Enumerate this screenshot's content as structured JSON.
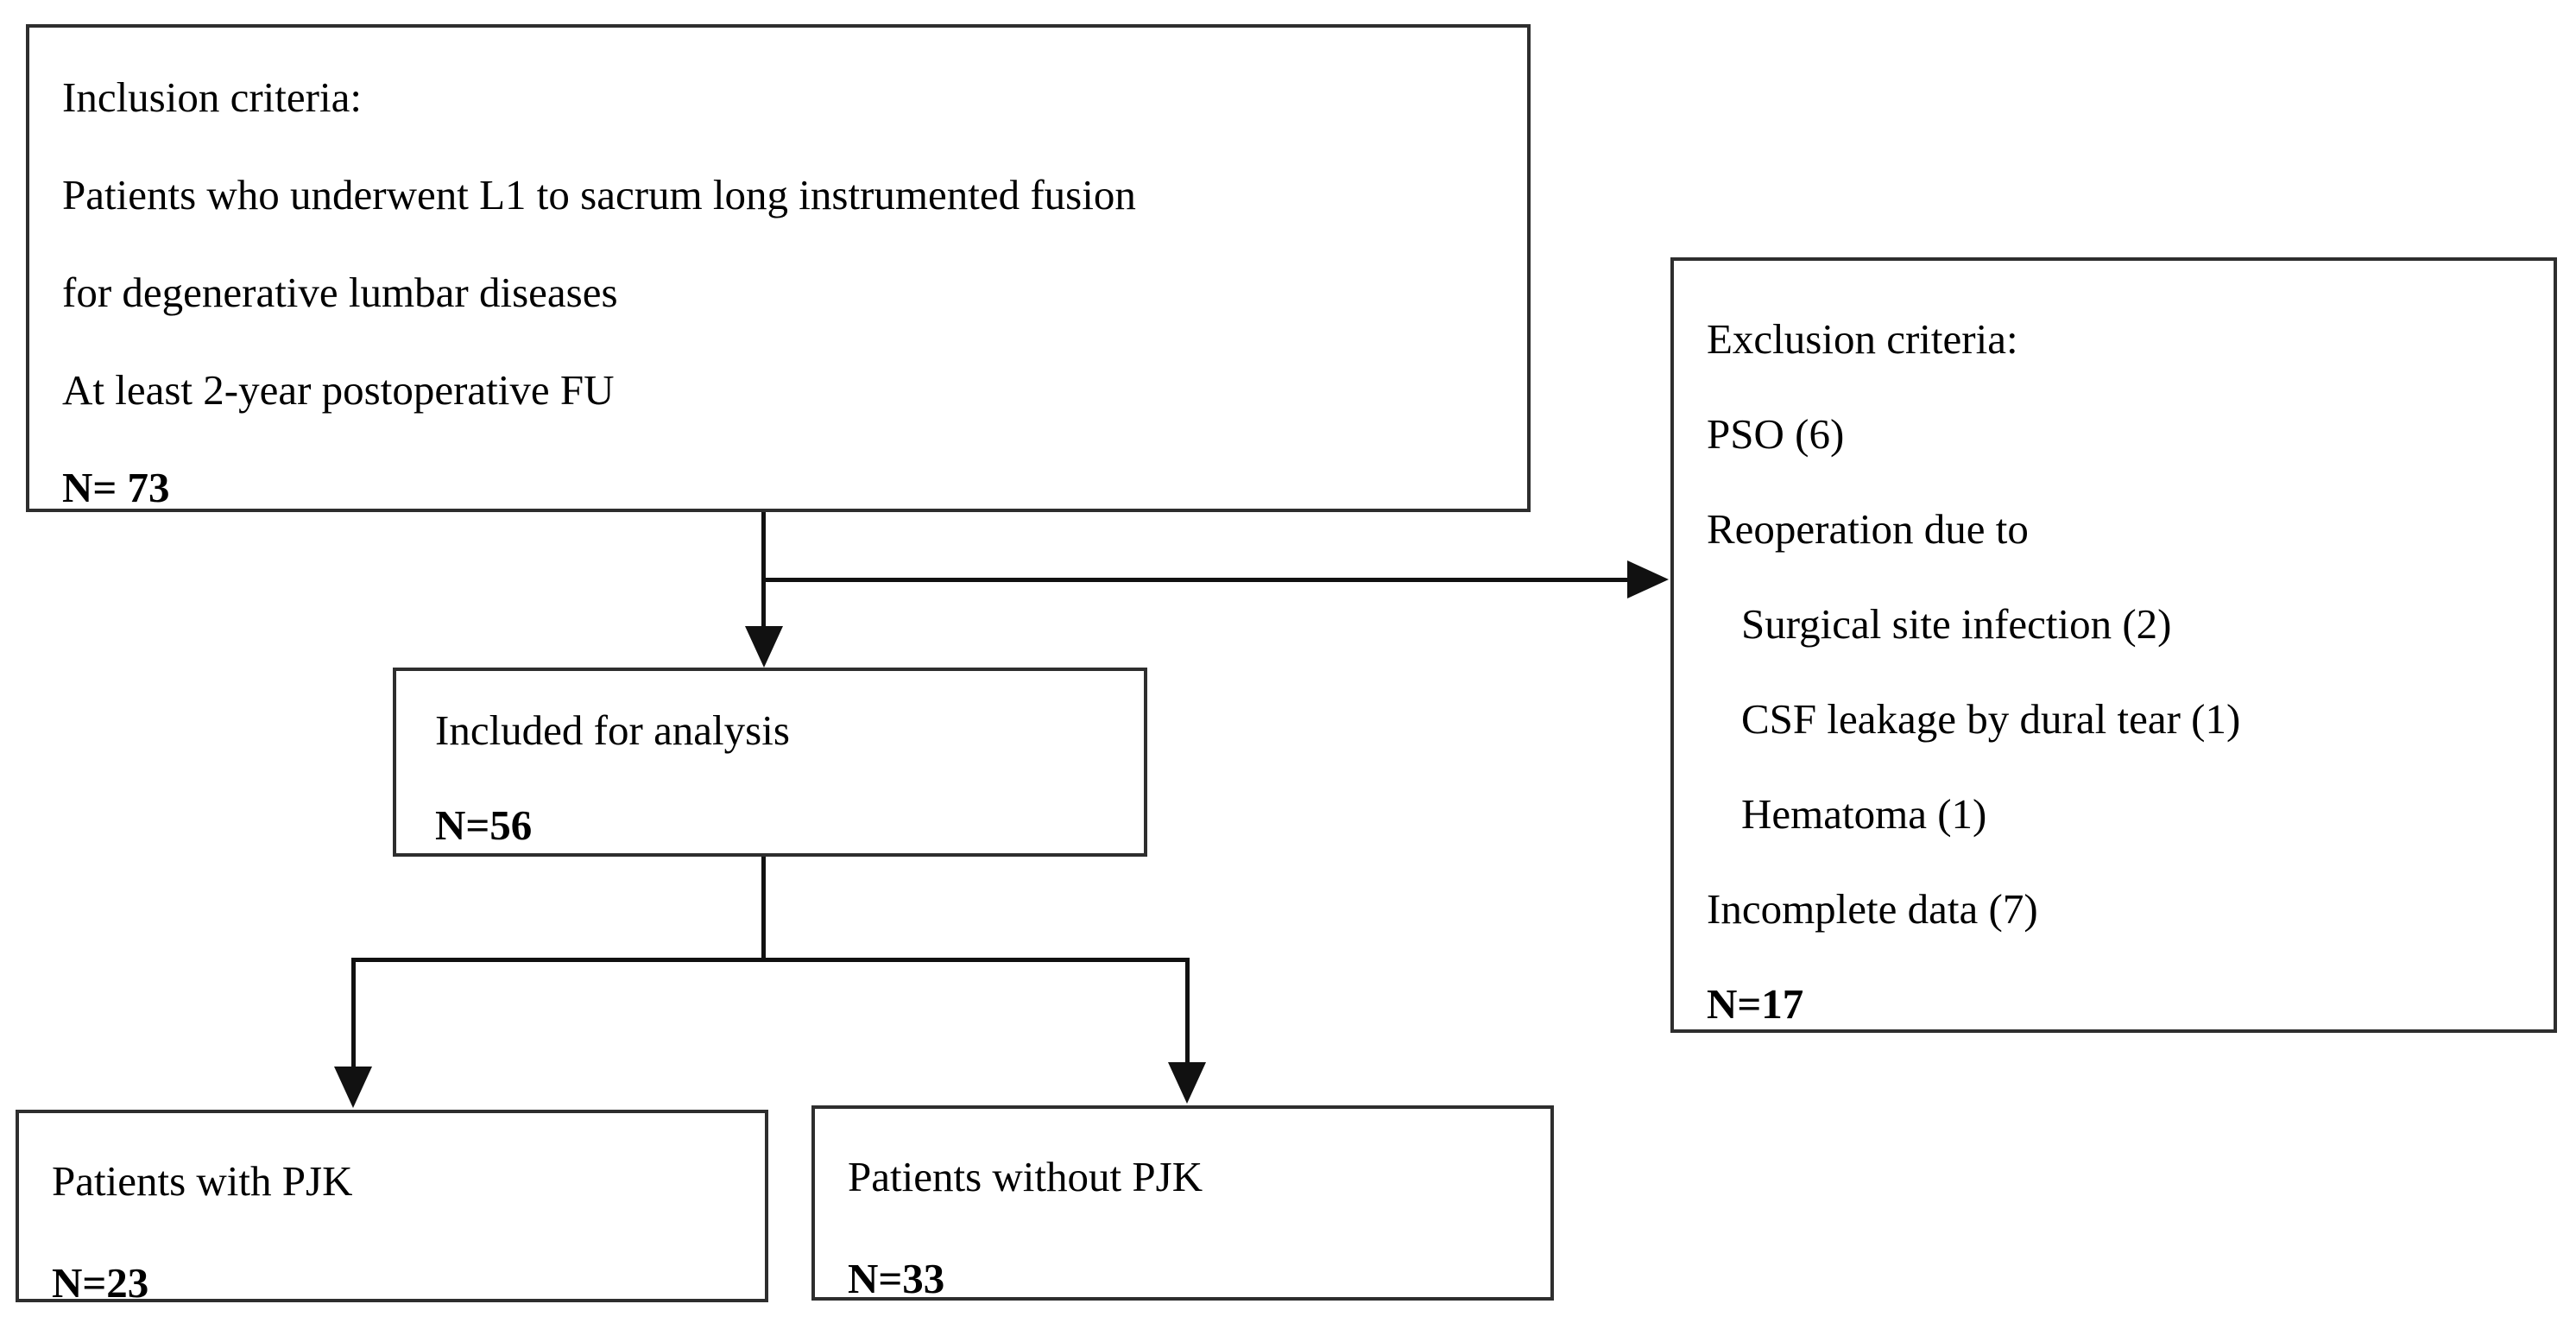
{
  "figure": {
    "background_color": "#ffffff",
    "box_border_color": "#2e2e2e",
    "arrow_color": "#111111",
    "text_color": "#000000"
  },
  "inclusion_box": {
    "title": "Inclusion criteria:",
    "lines": [
      "Patients who underwent L1 to sacrum long instrumented fusion",
      "for degenerative lumbar diseases",
      "At least 2-year postoperative FU"
    ],
    "n_label": "N= 73"
  },
  "exclusion_box": {
    "title": "Exclusion criteria:",
    "items": [
      {
        "text": "PSO (6)",
        "indent": false
      },
      {
        "text": "Reoperation due to",
        "indent": false
      },
      {
        "text": "Surgical site infection (2)",
        "indent": true
      },
      {
        "text": "CSF leakage by dural tear (1)",
        "indent": true
      },
      {
        "text": "Hematoma (1)",
        "indent": true
      },
      {
        "text": "Incomplete data (7)",
        "indent": false
      }
    ],
    "n_label": "N=17"
  },
  "analysis_box": {
    "title": "Included for analysis",
    "n_label": "N=56"
  },
  "pjk_box": {
    "title": "Patients with PJK",
    "n_label": "N=23"
  },
  "no_pjk_box": {
    "title": "Patients without PJK",
    "n_label": "N=33"
  }
}
